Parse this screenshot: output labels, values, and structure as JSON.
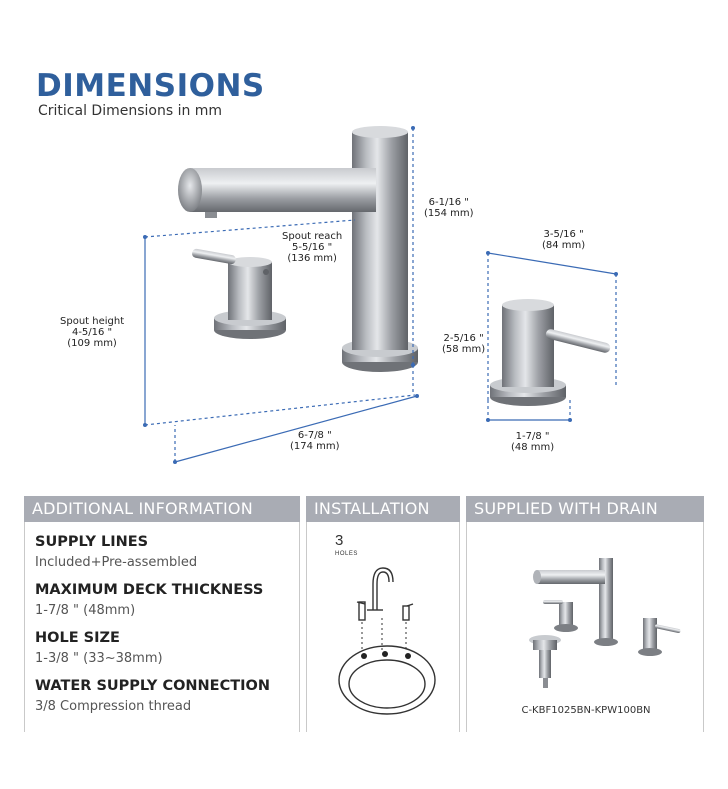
{
  "header": {
    "title": "DIMENSIONS",
    "subtitle": "Critical Dimensions in mm"
  },
  "dimensions": {
    "overall_height": {
      "inch": "6-1/16 \"",
      "mm": "(154 mm)"
    },
    "spout_reach": {
      "label": "Spout reach",
      "inch": "5-5/16 \"",
      "mm": "(136 mm)"
    },
    "spout_height": {
      "label": "Spout height",
      "inch": "4-5/16 \"",
      "mm": "(109 mm)"
    },
    "overall_width": {
      "inch": "6-7/8 \"",
      "mm": "(174 mm)"
    },
    "handle_width": {
      "inch": "3-5/16 \"",
      "mm": "(84 mm)"
    },
    "handle_height": {
      "inch": "2-5/16 \"",
      "mm": "(58 mm)"
    },
    "handle_base": {
      "inch": "1-7/8 \"",
      "mm": "(48 mm)"
    }
  },
  "panels": {
    "additional": {
      "header": "ADDITIONAL INFORMATION",
      "items": [
        {
          "label": "SUPPLY LINES",
          "value": "Included+Pre-assembled"
        },
        {
          "label": "MAXIMUM DECK THICKNESS",
          "value": "1-7/8 \" (48mm)"
        },
        {
          "label": "HOLE SIZE",
          "value": "1-3/8 \" (33~38mm)"
        },
        {
          "label": "WATER SUPPLY CONNECTION",
          "value": "3/8 Compression thread"
        }
      ]
    },
    "installation": {
      "header": "INSTALLATION",
      "holes_count": "3",
      "holes_label": "HOLES"
    },
    "drain": {
      "header": "SUPPLIED WITH DRAIN",
      "model": "C-KBF1025BN-KPW100BN"
    }
  },
  "colors": {
    "title": "#2f5f9c",
    "dimension_line": "#3b6bb5",
    "panel_header": "#a9acb4",
    "chrome": "#9a9da3"
  }
}
